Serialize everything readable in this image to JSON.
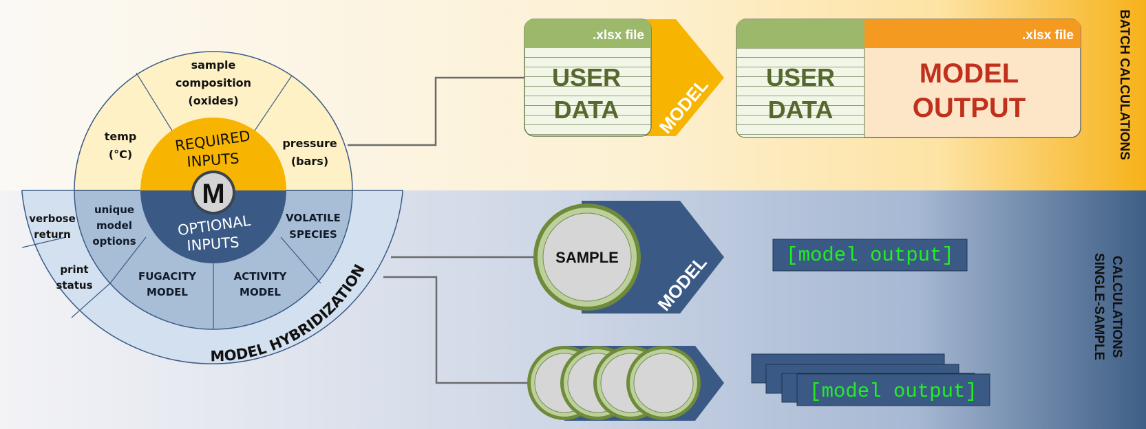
{
  "wheel": {
    "core_letter": "M",
    "required_label": [
      "REQUIRED",
      "INPUTS"
    ],
    "optional_label": [
      "OPTIONAL",
      "INPUTS"
    ],
    "required_segments": [
      {
        "lines": [
          "temp",
          "(°C)"
        ]
      },
      {
        "lines": [
          "sample",
          "composition",
          "(oxides)"
        ]
      },
      {
        "lines": [
          "pressure",
          "(bars)"
        ]
      }
    ],
    "optional_segments": [
      {
        "lines": [
          "unique",
          "model",
          "options"
        ]
      },
      {
        "lines": [
          "FUGACITY",
          "MODEL"
        ]
      },
      {
        "lines": [
          "ACTIVITY",
          "MODEL"
        ]
      },
      {
        "lines": [
          "VOLATILE",
          "SPECIES"
        ]
      }
    ],
    "outer_segments": [
      {
        "lines": [
          "verbose",
          "return"
        ]
      },
      {
        "lines": [
          "print",
          "status"
        ]
      }
    ],
    "hybridization_label": "MODEL   HYBRIDIZATION"
  },
  "batch": {
    "side_label": "BATCH CALCULATIONS",
    "file_label": ".xlsx file",
    "user_data": [
      "USER",
      "DATA"
    ],
    "model_label": "MODEL",
    "output_file_label": ".xlsx file",
    "output_text": [
      "MODEL",
      "OUTPUT"
    ]
  },
  "single": {
    "side_label": [
      "SINGLE-SAMPLE",
      "CALCULATIONS"
    ],
    "sample_label": "SAMPLE",
    "model_label": "MODEL",
    "output_text": "[model output]",
    "stack_output_text": "[model output]"
  },
  "colors": {
    "required": "#f7b400",
    "required_light": "#fff1c6",
    "optional": "#3a5a85",
    "optional_light": "#a8bdd6",
    "outer": "#d3e0ef",
    "green_header": "#9cb86a",
    "orange_header": "#f59a20",
    "output_red": "#c0301c",
    "terminal_green": "#22ee22"
  }
}
